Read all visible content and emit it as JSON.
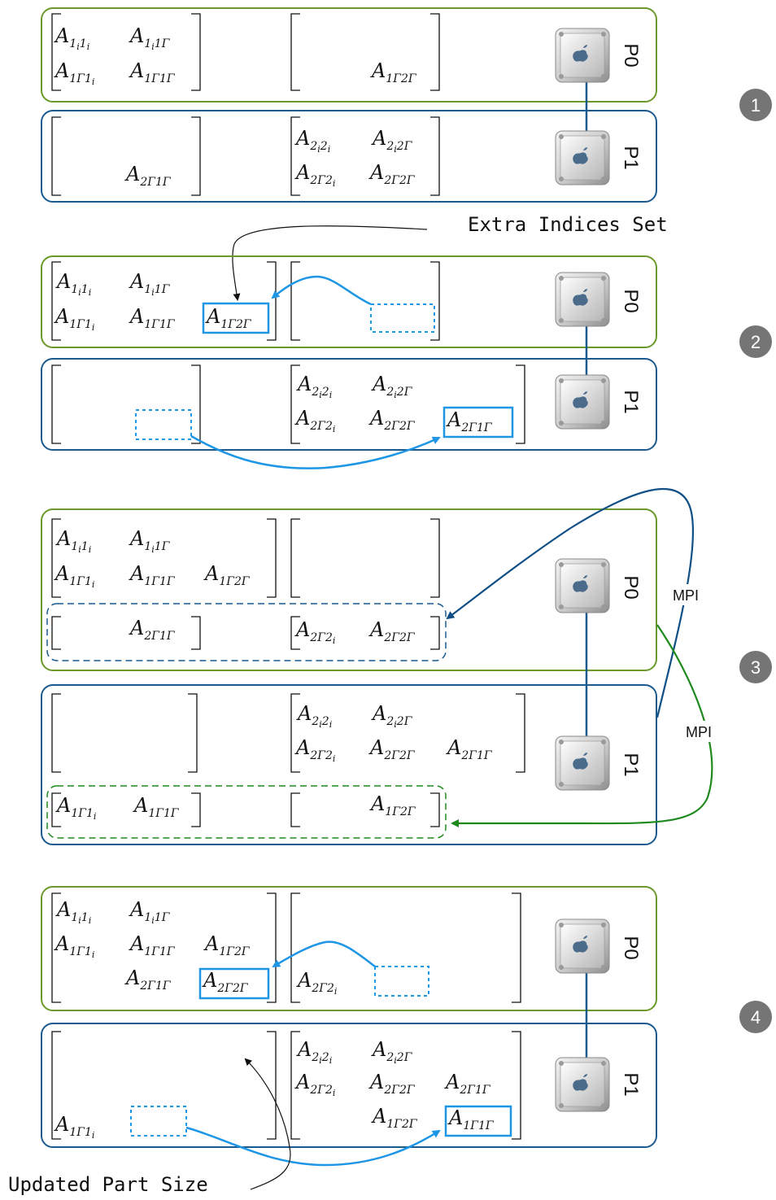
{
  "annotations": {
    "extra_indices": "Extra Indices Set",
    "updated_part_size": "Updated Part Size",
    "mpi_p1_to_p0": "MPI",
    "mpi_p0_to_p1": "MPI"
  },
  "processes": {
    "p0": "P0",
    "p1": "P1"
  },
  "steps": [
    {
      "number": "1"
    },
    {
      "number": "2"
    },
    {
      "number": "3"
    },
    {
      "number": "4"
    }
  ],
  "icon": "server-icon",
  "colors": {
    "p0_border": "#6b9a2a",
    "p1_border": "#1a5a8f",
    "highlight": "#1e96e6",
    "mpi_blue": "#0f4f86",
    "mpi_green": "#1e8a1e",
    "step_badge": "#757575"
  }
}
